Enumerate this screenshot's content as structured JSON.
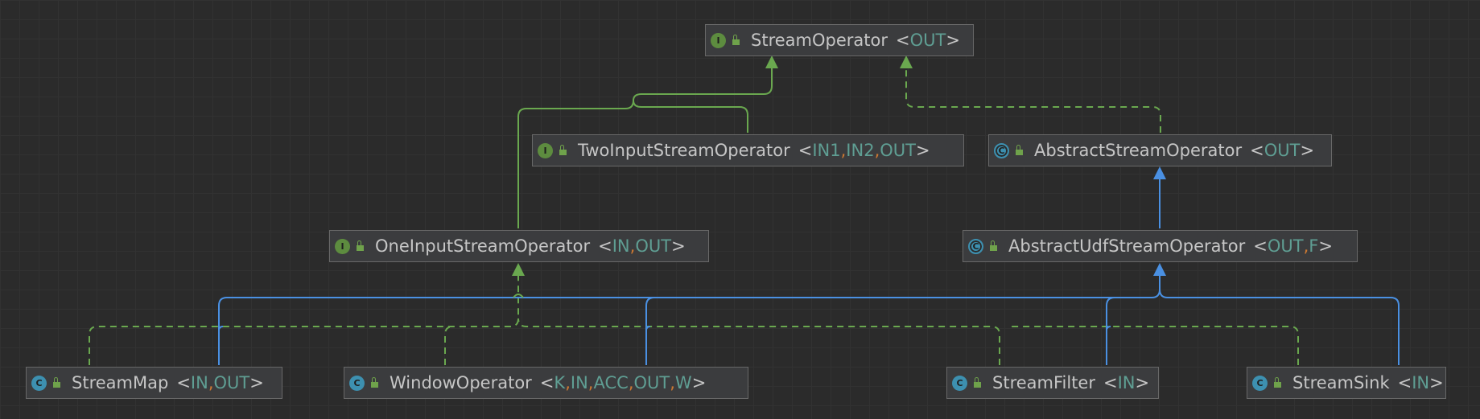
{
  "diagram": {
    "nodes": [
      {
        "id": "stream-operator",
        "kind": "interface",
        "icon": "interface-icon",
        "name": "StreamOperator",
        "params": [
          "OUT"
        ]
      },
      {
        "id": "two-input-stream-operator",
        "kind": "interface",
        "icon": "interface-icon",
        "name": "TwoInputStreamOperator",
        "params": [
          "IN1",
          "IN2",
          "OUT"
        ]
      },
      {
        "id": "abstract-stream-operator",
        "kind": "abstract",
        "icon": "abstract-class-icon",
        "name": "AbstractStreamOperator",
        "params": [
          "OUT"
        ]
      },
      {
        "id": "one-input-stream-operator",
        "kind": "interface",
        "icon": "interface-icon",
        "name": "OneInputStreamOperator",
        "params": [
          "IN",
          "OUT"
        ]
      },
      {
        "id": "abstract-udf-stream-operator",
        "kind": "abstract",
        "icon": "abstract-class-icon",
        "name": "AbstractUdfStreamOperator",
        "params": [
          "OUT",
          "F"
        ]
      },
      {
        "id": "stream-map",
        "kind": "class",
        "icon": "class-icon",
        "name": "StreamMap",
        "params": [
          "IN",
          "OUT"
        ]
      },
      {
        "id": "window-operator",
        "kind": "class",
        "icon": "class-icon",
        "name": "WindowOperator",
        "params": [
          "K",
          "IN",
          "ACC",
          "OUT",
          "W"
        ]
      },
      {
        "id": "stream-filter",
        "kind": "class",
        "icon": "class-icon",
        "name": "StreamFilter",
        "params": [
          "IN"
        ]
      },
      {
        "id": "stream-sink",
        "kind": "class",
        "icon": "class-icon",
        "name": "StreamSink",
        "params": [
          "IN"
        ]
      }
    ],
    "edges": [
      {
        "from": "two-input-stream-operator",
        "to": "stream-operator",
        "type": "extends-interface"
      },
      {
        "from": "one-input-stream-operator",
        "to": "stream-operator",
        "type": "extends-interface"
      },
      {
        "from": "abstract-stream-operator",
        "to": "stream-operator",
        "type": "implements"
      },
      {
        "from": "abstract-udf-stream-operator",
        "to": "abstract-stream-operator",
        "type": "extends-class"
      },
      {
        "from": "stream-map",
        "to": "one-input-stream-operator",
        "type": "implements"
      },
      {
        "from": "window-operator",
        "to": "one-input-stream-operator",
        "type": "implements"
      },
      {
        "from": "stream-filter",
        "to": "one-input-stream-operator",
        "type": "implements"
      },
      {
        "from": "stream-sink",
        "to": "one-input-stream-operator",
        "type": "implements"
      },
      {
        "from": "stream-map",
        "to": "abstract-udf-stream-operator",
        "type": "extends-class"
      },
      {
        "from": "window-operator",
        "to": "abstract-udf-stream-operator",
        "type": "extends-class"
      },
      {
        "from": "stream-filter",
        "to": "abstract-udf-stream-operator",
        "type": "extends-class"
      },
      {
        "from": "stream-sink",
        "to": "abstract-udf-stream-operator",
        "type": "extends-class"
      }
    ],
    "colors": {
      "background": "#2b2b2b",
      "node_fill": "#3b3c3e",
      "node_border": "#686868",
      "text": "#c6c6c6",
      "type_param": "#5f9e93",
      "comma": "#cc7832",
      "interface_edge": "#6aa84f",
      "class_edge": "#4a90e2"
    }
  }
}
